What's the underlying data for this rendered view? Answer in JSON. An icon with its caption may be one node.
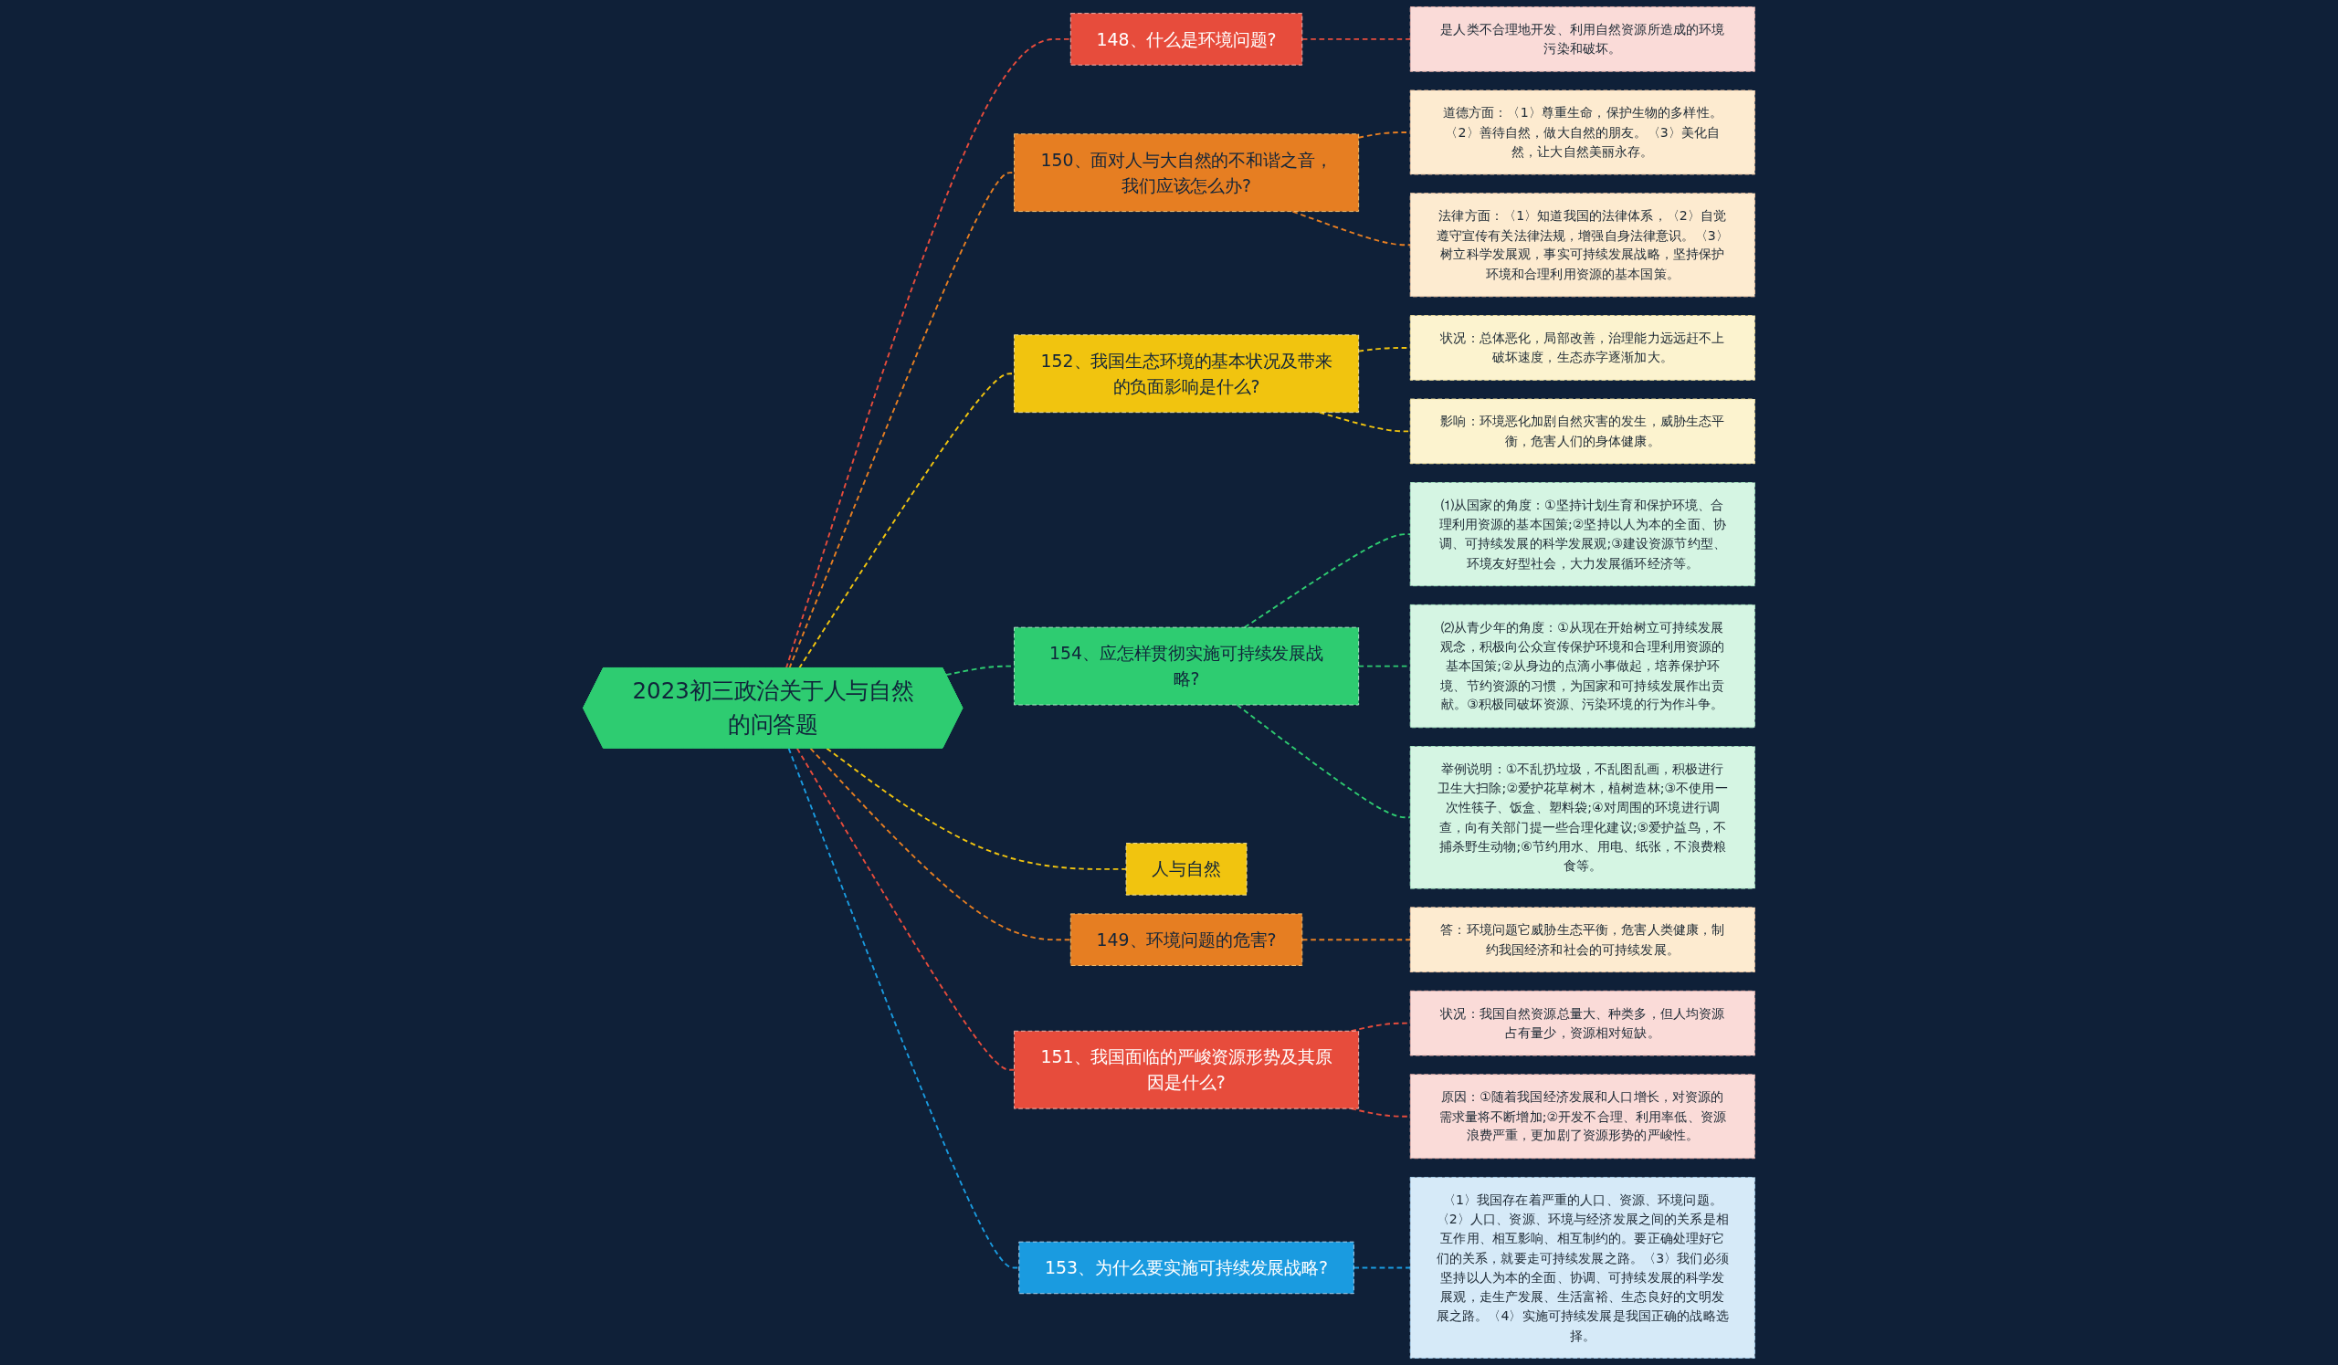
{
  "diagram": {
    "nodes": [
      {
        "text": [
          "2023初三政治关于人与自然的问答题"
        ]
      },
      {
        "text": [
          "148、什么是环境问题?"
        ]
      },
      {
        "text": [
          "是人类不合理地开发、利用自然资源所造成的环境污染和破坏。"
        ]
      },
      {
        "text": [
          "150、面对人与大自然的不和谐之音，我们应该怎么办?"
        ]
      },
      {
        "text": [
          "道德方面：〈1〉尊重生命，保护生物的多样性。〈2〉善待自然，做大自然的朋友。〈3〉美化自然，让大自然美丽永存。"
        ]
      },
      {
        "text": [
          "法律方面：〈1〉知道我国的法律体系，〈2〉自觉遵守宣传有关法律法规，增强自身法律意识。〈3〉树立科学发展观，事实可持续发展战略，坚持保护环境和合理利用资源的基本国策。"
        ]
      },
      {
        "text": [
          "152、我国生态环境的基本状况及带来的负面影响是什么?"
        ]
      },
      {
        "text": [
          "状况：总体恶化，局部改善，治理能力远远赶不上破坏速度，生态赤字逐渐加大。"
        ]
      },
      {
        "text": [
          "影响：环境恶化加剧自然灾害的发生，威胁生态平衡，危害人们的身体健康。"
        ]
      },
      {
        "text": [
          "154、应怎样贯彻实施可持续发展战略?"
        ]
      },
      {
        "text": [
          "⑴从国家的角度：①坚持计划生育和保护环境、合理利用资源的基本国策;②坚持以人为本的全面、协调、可持续发展的科学发展观;③建设资源节约型、环境友好型社会，大力发展循环经济等。"
        ]
      },
      {
        "text": [
          "⑵从青少年的角度：①从现在开始树立可持续发展观念，积极向公众宣传保护环境和合理利用资源的基本国策;②从身边的点滴小事做起，培养保护环境、节约资源的习惯，为国家和可持续发展作出贡献。③积极同破坏资源、污染环境的行为作斗争。"
        ]
      },
      {
        "text": [
          "举例说明：①不乱扔垃圾，不乱图乱画，积极进行卫生大扫除;②爱护花草树木，植树造林;③不使用一次性筷子、饭盒、塑料袋;④对周围的环境进行调查，向有关部门提一些合理化建议;⑤爱护益鸟，不捕杀野生动物;⑥节约用水、用电、纸张，不浪费粮食等。"
        ]
      },
      {
        "text": [
          "人与自然"
        ]
      },
      {
        "text": [
          "149、环境问题的危害?"
        ]
      },
      {
        "text": [
          "答：环境问题它威胁生态平衡，危害人类健康，制约我国经济和社会的可持续发展。"
        ]
      },
      {
        "text": [
          "151、我国面临的严峻资源形势及其原因是什么?"
        ]
      },
      {
        "text": [
          "状况：我国自然资源总量大、种类多，但人均资源占有量少，资源相对短缺。"
        ]
      },
      {
        "text": [
          "原因：①随着我国经济发展和人口增长，对资源的需求量将不断增加;②开发不合理、利用率低、资源浪费严重，更加剧了资源形势的严峻性。"
        ]
      },
      {
        "text": [
          "153、为什么要实施可持续发展战略?"
        ]
      },
      {
        "text": [
          "〈1〉我国存在着严重的人口、资源、环境问题。〈2〉人口、资源、环境与经济发展之间的关系是相互作用、相互影响、相互制约的。要正确处理好它们的关系，就要走可持续发展之路。〈3〉我们必须坚持以人为本的全面、协调、可持续发展的科学发展观，走生产发展、生活富裕、生态良好的文明发展之路。〈4〉实施可持续发展是我国正确的战略选择。"
        ]
      }
    ],
    "edges": [
      {
        "from": 0,
        "to": 1,
        "arrow": "none",
        "style": "dashed",
        "color": "#e74c3c"
      },
      {
        "from": 1,
        "to": 2,
        "arrow": "none",
        "style": "dashed",
        "color": "#e74c3c"
      },
      {
        "from": 0,
        "to": 3,
        "arrow": "none",
        "style": "dashed",
        "color": "#e67e22"
      },
      {
        "from": 3,
        "to": 4,
        "arrow": "none",
        "style": "dashed",
        "color": "#e67e22"
      },
      {
        "from": 3,
        "to": 5,
        "arrow": "none",
        "style": "dashed",
        "color": "#e67e22"
      },
      {
        "from": 0,
        "to": 6,
        "arrow": "none",
        "style": "dashed",
        "color": "#f1c40f"
      },
      {
        "from": 6,
        "to": 7,
        "arrow": "none",
        "style": "dashed",
        "color": "#f1c40f"
      },
      {
        "from": 6,
        "to": 8,
        "arrow": "none",
        "style": "dashed",
        "color": "#f1c40f"
      },
      {
        "from": 0,
        "to": 9,
        "arrow": "none",
        "style": "dashed",
        "color": "#2ecc71"
      },
      {
        "from": 9,
        "to": 10,
        "arrow": "none",
        "style": "dashed",
        "color": "#2ecc71"
      },
      {
        "from": 9,
        "to": 11,
        "arrow": "none",
        "style": "dashed",
        "color": "#2ecc71"
      },
      {
        "from": 9,
        "to": 12,
        "arrow": "none",
        "style": "dashed",
        "color": "#2ecc71"
      },
      {
        "from": 0,
        "to": 13,
        "arrow": "none",
        "style": "dashed",
        "color": "#f1c40f"
      },
      {
        "from": 0,
        "to": 14,
        "arrow": "none",
        "style": "dashed",
        "color": "#e67e22"
      },
      {
        "from": 14,
        "to": 15,
        "arrow": "none",
        "style": "dashed",
        "color": "#e67e22"
      },
      {
        "from": 0,
        "to": 16,
        "arrow": "none",
        "style": "dashed",
        "color": "#e74c3c"
      },
      {
        "from": 16,
        "to": 17,
        "arrow": "none",
        "style": "dashed",
        "color": "#e74c3c"
      },
      {
        "from": 16,
        "to": 18,
        "arrow": "none",
        "style": "dashed",
        "color": "#e74c3c"
      },
      {
        "from": 0,
        "to": 19,
        "arrow": "none",
        "style": "dashed",
        "color": "#1a9be0"
      },
      {
        "from": 19,
        "to": 20,
        "arrow": "none",
        "style": "dashed",
        "color": "#1a9be0"
      }
    ]
  }
}
